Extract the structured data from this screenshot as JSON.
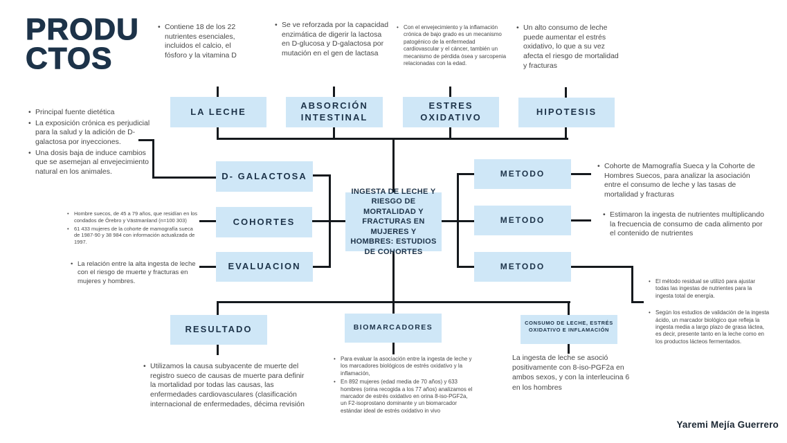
{
  "colors": {
    "box_fill": "#cfe7f7",
    "navy": "#1d3349",
    "line": "#15191d",
    "body": "#474747",
    "signature": "#1b2733"
  },
  "title": {
    "line1": "PRODU",
    "line2": "CTOS"
  },
  "nodes": {
    "la_leche": "LA LECHE",
    "absorcion": "ABSORCIÓN INTESTINAL",
    "estres": "ESTRES OXIDATIVO",
    "hipotesis": "HIPOTESIS",
    "d_galactosa": "D- GALACTOSA",
    "cohortes": "COHORTES",
    "evaluacion": "EVALUACION",
    "central": "INGESTA DE LECHE Y RIESGO DE MORTALIDAD Y FRACTURAS EN MUJERES Y HOMBRES: ESTUDIOS DE COHORTES",
    "metodo1": "METODO",
    "metodo2": "METODO",
    "metodo3": "METODO",
    "resultado": "RESULTADO",
    "biomarcadores": "BIOMARCADORES",
    "consumo": "CONSUMO DE LECHE, ESTRÉS OXIDATIVO E INFLAMACIÓN"
  },
  "notes": {
    "la_leche": [
      "Contiene 18 de los 22 nutrientes esenciales, incluidos el calcio, el fósforo y la vitamina D"
    ],
    "absorcion": [
      "Se ve reforzada por la capacidad enzimática de digerir la lactosa en D-glucosa y D-galactosa por mutación en el gen de lactasa"
    ],
    "estres": [
      "Con el envejecimiento y la inflamación crónica de bajo grado es un mecanismo patogénico de la enfermedad cardiovascular y el cáncer, también un mecanismo de pérdida ósea y sarcopenia relacionadas con la edad."
    ],
    "hipotesis": [
      "Un alto consumo de leche puede aumentar el estrés oxidativo, lo que a su vez afecta el riesgo de mortalidad y fracturas"
    ],
    "d_galactosa": [
      "Principal fuente dietética",
      "La exposición crónica es perjudicial para la salud y la adición de D-galactosa por inyecciones.",
      "Una dosis baja de induce cambios que se asemejan al envejecimiento natural en los animales."
    ],
    "cohortes": [
      "Hombre suecos, de 45 a 79 años, que residían en los condados de Örebro y Västmanland (n=100 303)",
      "61 433 mujeres de la cohorte de mamografía sueca de 1987-90 y 38 984 con información actualizada de 1997."
    ],
    "evaluacion": [
      "La relación entre la alta ingesta de leche con el riesgo de muerte y fracturas en mujeres y hombres."
    ],
    "metodo1": [
      "Cohorte de Mamografía Sueca y la Cohorte de Hombres Suecos, para analizar la asociación entre el consumo de leche y las tasas de mortalidad y fracturas"
    ],
    "metodo2": [
      "Estimaron la ingesta de nutrientes multiplicando la frecuencia de consumo de cada alimento por el contenido de nutrientes"
    ],
    "metodo3": [
      "El método residual se utilizó para ajustar todas las ingestas de nutrientes para la ingesta total de energía.",
      "Según los estudios de validación de la ingesta ácido, un marcador biológico que refleja la ingesta media a largo plazo de grasa láctea, es decir, presente tanto en la leche como en los productos lácteos fermentados."
    ],
    "resultado": [
      "Utilizamos  la causa subyacente de muerte del registro sueco de causas de muerte para definir la mortalidad por todas las causas, las enfermedades cardiovasculares (clasificación internacional de enfermedades, décima revisión"
    ],
    "biomarcadores": [
      "Para evaluar la asociación entre la ingesta de leche y los marcadores biológicos de estrés oxidativo y la inflamación,",
      "En 892 mujeres (edad media de 70 años) y 633 hombres (orina recogida a los 77 años) analizamos el marcador de estrés oxidativo en orina 8-iso-PGF2a, un F2-isoprostano dominante y un biomarcador estándar ideal de estrés oxidativo in vivo"
    ],
    "consumo": "La ingesta de leche se asoció positivamente con 8-iso-PGF2a en ambos sexos, y con la interleucina 6 en los hombres"
  },
  "footer": {
    "signature": "Yaremi Mejía Guerrero"
  }
}
